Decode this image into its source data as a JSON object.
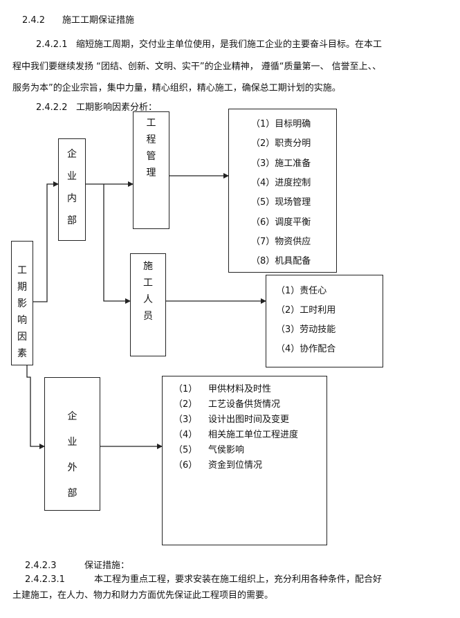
{
  "section": {
    "heading_num": "2.4.2",
    "heading_text": "施工工期保证措施",
    "p1_num": "2.4.2.1",
    "p1_line1": "缩短施工周期，交付业主单位使用，是我们施工企业的主要奋斗目标。在本工",
    "p1_line2": "程中我们要继续发扬 “团结、创新、文明、实干”的企业精神， 遵循“质量第一、 信誉至上、、",
    "p1_line3": "服务为本”的企业宗旨，集中力量，精心组织，精心施工，确保总工期计划的实施。",
    "p2_num": "2.4.2.2",
    "p2_text": "工期影响因素分析："
  },
  "diagram": {
    "root": [
      "工",
      "期",
      "影",
      "响",
      "因",
      "素"
    ],
    "internal": [
      "企",
      "业",
      "内",
      "部"
    ],
    "external": [
      "企",
      "业",
      "外",
      "部"
    ],
    "mgmt": [
      "工",
      "程",
      "管",
      "理"
    ],
    "staff": [
      "施",
      "工",
      "人",
      "员"
    ],
    "mgmt_items": [
      "（1）目标明确",
      "（2）职责分明",
      "（3）施工准备",
      "（4）进度控制",
      "（5）现场管理",
      "（6）调度平衡",
      "（7）物资供应",
      "（8）机具配备"
    ],
    "staff_items": [
      "（1）责任心",
      "（2）工时利用",
      "（3）劳动技能",
      "（4）协作配合"
    ],
    "external_items": [
      {
        "num": "（1）",
        "text": "甲供材料及时性"
      },
      {
        "num": "（2）",
        "text": "工艺设备供货情况"
      },
      {
        "num": "（3）",
        "text": "设计出图时间及变更"
      },
      {
        "num": "（4）",
        "text": "相关施工单位工程进度"
      },
      {
        "num": "（5）",
        "text": "气侯影响"
      },
      {
        "num": "（6）",
        "text": "资金到位情况"
      }
    ]
  },
  "footer": {
    "p3_num": "2.4.2.3",
    "p3_text": "保证措施：",
    "p4_num": "2.4.2.3.1",
    "p4_line1": "本工程为重点工程，要求安装在施工组织上，充分利用各种条件，配合好",
    "p4_line2": "土建施工，在人力、物力和财力方面优先保证此工程项目的需要。"
  }
}
